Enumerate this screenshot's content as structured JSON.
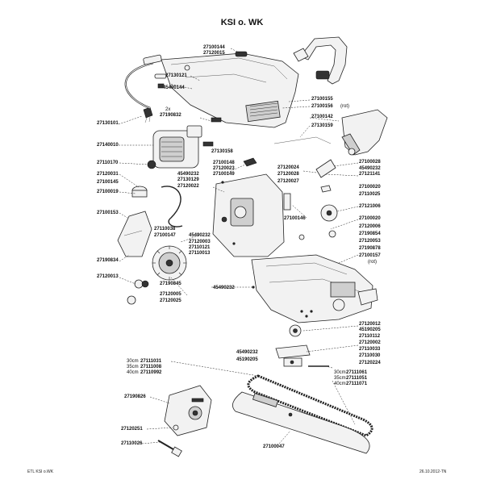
{
  "title": "KSI o. WK",
  "footer": {
    "left": "ETL KSI o.WK",
    "right": "26.10.2012-TN"
  },
  "labels": [
    {
      "id": "p01",
      "text": "27100144"
    },
    {
      "id": "p02",
      "text": "27120015"
    },
    {
      "id": "p03",
      "text": "27130121"
    },
    {
      "id": "p04",
      "text": "45490144"
    },
    {
      "id": "p05",
      "text": "27100155"
    },
    {
      "id": "p06",
      "text": "27100156"
    },
    {
      "id": "p06n",
      "text": "(rot)"
    },
    {
      "id": "p07",
      "text": "27100142"
    },
    {
      "id": "p08",
      "text": "27130159"
    },
    {
      "id": "p09n",
      "text": "2x"
    },
    {
      "id": "p09",
      "text": "27190832"
    },
    {
      "id": "p10",
      "text": "27130101"
    },
    {
      "id": "p11",
      "text": "27140010"
    },
    {
      "id": "p12",
      "text": "27130158"
    },
    {
      "id": "p13",
      "text": "27110170"
    },
    {
      "id": "p14",
      "text": "27100148"
    },
    {
      "id": "p15",
      "text": "27120023"
    },
    {
      "id": "p16",
      "text": "27100149"
    },
    {
      "id": "p17",
      "text": "27120024"
    },
    {
      "id": "p18",
      "text": "27120028"
    },
    {
      "id": "p19",
      "text": "27120027"
    },
    {
      "id": "p20",
      "text": "27100028"
    },
    {
      "id": "p21",
      "text": "45490232"
    },
    {
      "id": "p22",
      "text": "27121141"
    },
    {
      "id": "p23",
      "text": "27120031"
    },
    {
      "id": "p24",
      "text": "27100145"
    },
    {
      "id": "p25",
      "text": "45490232"
    },
    {
      "id": "p26",
      "text": "27130129"
    },
    {
      "id": "p27",
      "text": "27120022"
    },
    {
      "id": "p28",
      "text": "27100020"
    },
    {
      "id": "p29",
      "text": "27110025"
    },
    {
      "id": "p30",
      "text": "27100019"
    },
    {
      "id": "p31",
      "text": "27100146"
    },
    {
      "id": "p32",
      "text": "27121006"
    },
    {
      "id": "p33",
      "text": "27100153"
    },
    {
      "id": "p34",
      "text": "27100020"
    },
    {
      "id": "p35",
      "text": "27110038"
    },
    {
      "id": "p36",
      "text": "27100147"
    },
    {
      "id": "p37",
      "text": "45490232"
    },
    {
      "id": "p38",
      "text": "27120003"
    },
    {
      "id": "p39",
      "text": "27110121"
    },
    {
      "id": "p40",
      "text": "27110013"
    },
    {
      "id": "p41",
      "text": "27120006"
    },
    {
      "id": "p42",
      "text": "27190854"
    },
    {
      "id": "p43",
      "text": "27120053"
    },
    {
      "id": "p44",
      "text": "27190834"
    },
    {
      "id": "p45",
      "text": "27190878"
    },
    {
      "id": "p46",
      "text": "27100157"
    },
    {
      "id": "p46n",
      "text": "(rot)"
    },
    {
      "id": "p47",
      "text": "27120013"
    },
    {
      "id": "p48",
      "text": "27190845"
    },
    {
      "id": "p49",
      "text": "45490232"
    },
    {
      "id": "p50",
      "text": "27120005"
    },
    {
      "id": "p51",
      "text": "27120025"
    },
    {
      "id": "p52",
      "text": "27120012"
    },
    {
      "id": "p53",
      "text": "45190205"
    },
    {
      "id": "p54",
      "text": "27110112"
    },
    {
      "id": "p55",
      "text": "27120002"
    },
    {
      "id": "p56",
      "text": "27110033"
    },
    {
      "id": "p57",
      "text": "45490232"
    },
    {
      "id": "p58",
      "text": "27110030"
    },
    {
      "id": "p59",
      "text": "45190205"
    },
    {
      "id": "p60",
      "text": "27120224"
    },
    {
      "id": "p61n",
      "text": "30cm"
    },
    {
      "id": "p61",
      "text": "27111031"
    },
    {
      "id": "p62n",
      "text": "35cm"
    },
    {
      "id": "p62",
      "text": "27111008"
    },
    {
      "id": "p63n",
      "text": "40cm"
    },
    {
      "id": "p63",
      "text": "27110992"
    },
    {
      "id": "p64n",
      "text": "30cm"
    },
    {
      "id": "p64",
      "text": "27111061"
    },
    {
      "id": "p65n",
      "text": "35cm"
    },
    {
      "id": "p65",
      "text": "27111051"
    },
    {
      "id": "p66n",
      "text": "40cm"
    },
    {
      "id": "p66",
      "text": "27111071"
    },
    {
      "id": "p67",
      "text": "27190826"
    },
    {
      "id": "p68",
      "text": "27120251"
    },
    {
      "id": "p69",
      "text": "27110026"
    },
    {
      "id": "p70",
      "text": "27100047"
    }
  ]
}
